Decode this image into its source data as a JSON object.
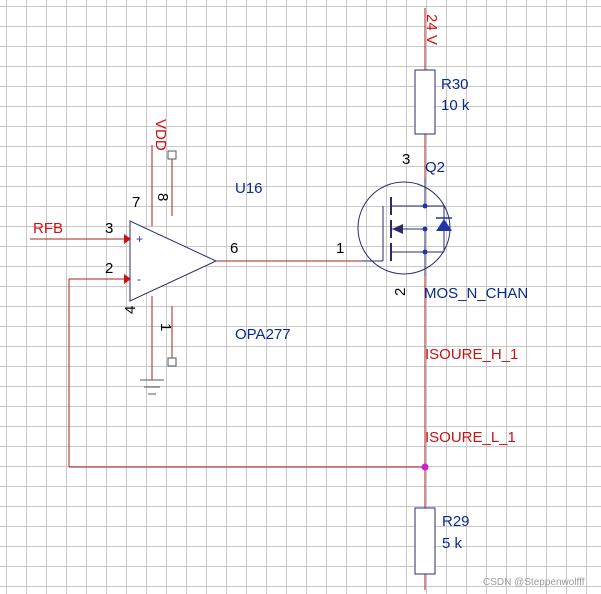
{
  "schematic": {
    "opamp": {
      "ref": "U16",
      "part": "OPA277",
      "pins": {
        "noninv": "3",
        "inv": "2",
        "out": "6",
        "v_top_a": "7",
        "v_top_b": "8",
        "v_bot_a": "4",
        "v_bot_b": "1"
      },
      "plus_sign": "+",
      "minus_sign": "-"
    },
    "supply": {
      "vdd": "VDD"
    },
    "nets": {
      "rfb": "RFB",
      "v24": "24 V",
      "isource_h": "ISOURE_H_1",
      "isource_l": "ISOURE_L_1"
    },
    "mosfet": {
      "ref": "Q2",
      "part": "MOS_N_CHAN",
      "pins": {
        "gate": "1",
        "drain": "3",
        "source": "2"
      }
    },
    "r30": {
      "ref": "R30",
      "value": "10 k"
    },
    "r29": {
      "ref": "R29",
      "value": "5 k"
    },
    "colors": {
      "wire": "#aa1f1f",
      "net_label": "#cc1111",
      "part_label": "#0a2a8c",
      "junction": "#cc22cc",
      "grid": "#c8c8c8"
    }
  },
  "watermark": "CSDN @Steppenwolfff"
}
